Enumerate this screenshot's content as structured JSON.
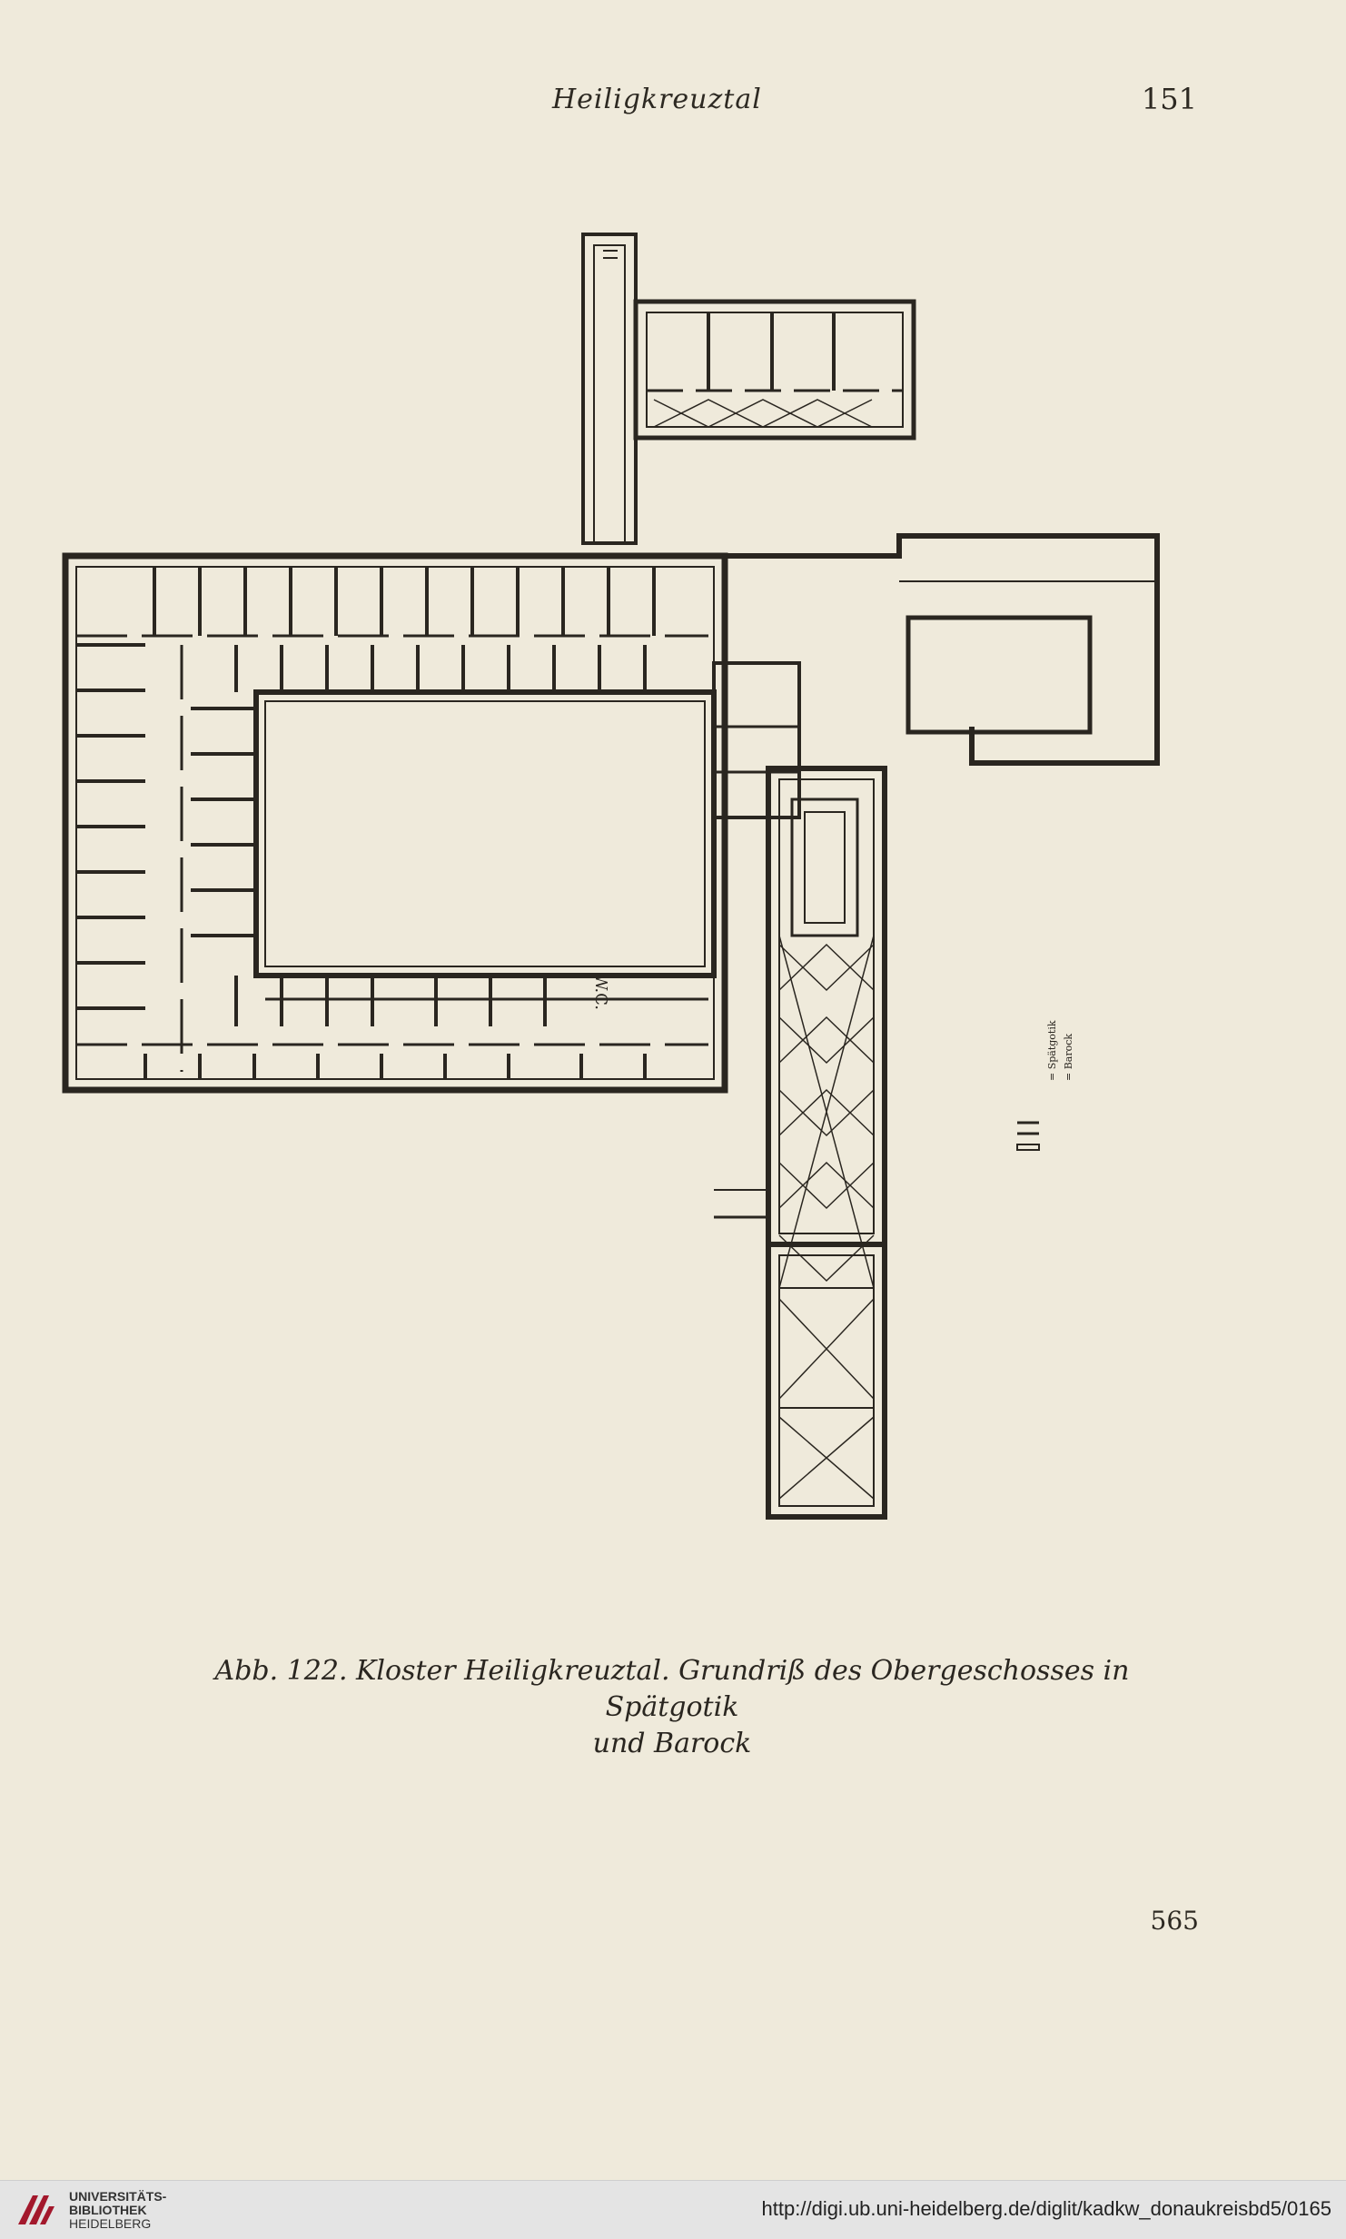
{
  "header": {
    "running_title": "Heiligkreuztal",
    "page_number": "151"
  },
  "figure": {
    "plan_label": "W.C.",
    "legend": [
      "= Spätgotik",
      "= Barock"
    ],
    "caption_line1": "Abb. 122. Kloster Heiligkreuztal. Grundriß des Obergeschosses in Spätgotik",
    "caption_line2": "und Barock"
  },
  "folio": "565",
  "footer": {
    "logo_lines": [
      "UNIVERSITÄTS-",
      "BIBLIOTHEK",
      "HEIDELBERG"
    ],
    "url": "http://digi.ub.uni-heidelberg.de/diglit/kadkw_donaukreisbd5/0165"
  },
  "colors": {
    "paper": "#efeadb",
    "ink": "#2a2620",
    "logo_red": "#a3182c"
  }
}
